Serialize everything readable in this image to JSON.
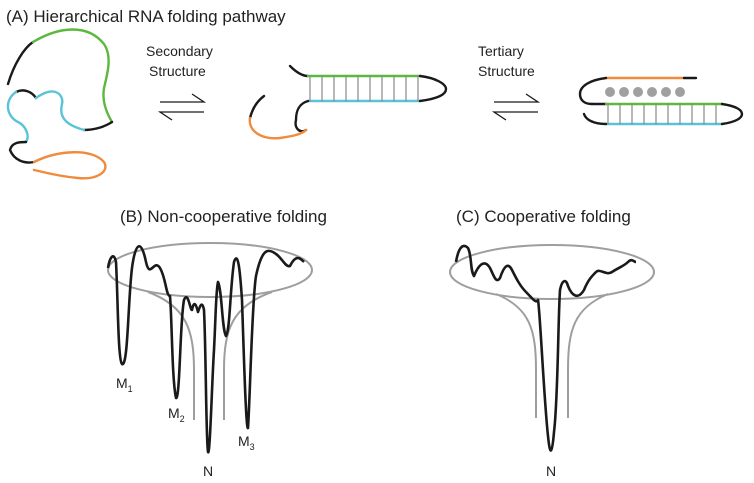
{
  "panel_a": {
    "title": "(A) Hierarchical RNA folding pathway",
    "step1_line1": "Secondary",
    "step1_line2": "Structure",
    "step2_line1": "Tertiary",
    "step2_line2": "Structure"
  },
  "panel_b": {
    "title": "(B) Non-cooperative folding",
    "states": [
      {
        "main": "M",
        "sub": "1"
      },
      {
        "main": "M",
        "sub": "2"
      },
      {
        "main": "M",
        "sub": "3"
      },
      {
        "main": "N",
        "sub": ""
      }
    ]
  },
  "panel_c": {
    "title": "(C) Cooperative folding",
    "native_label": "N"
  },
  "colors": {
    "green": "#5cb83e",
    "cyan": "#5bc3d8",
    "orange": "#f08a3c",
    "black": "#1a1a1a",
    "gray": "#9e9e9e",
    "rung": "#8a8a8a"
  }
}
